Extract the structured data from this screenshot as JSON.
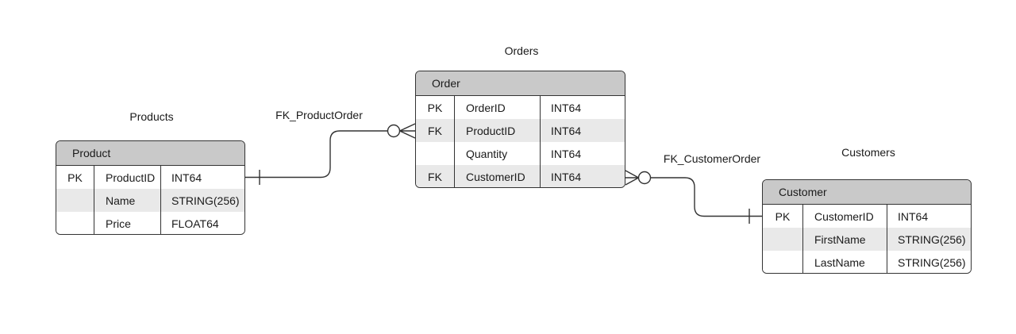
{
  "diagram": {
    "entities": [
      {
        "title": "Products",
        "header": "Product",
        "rows": [
          {
            "key": "PK",
            "name": "ProductID",
            "type": "INT64"
          },
          {
            "key": "",
            "name": "Name",
            "type": "STRING(256)"
          },
          {
            "key": "",
            "name": "Price",
            "type": "FLOAT64"
          }
        ]
      },
      {
        "title": "Orders",
        "header": "Order",
        "rows": [
          {
            "key": "PK",
            "name": "OrderID",
            "type": "INT64"
          },
          {
            "key": "FK",
            "name": "ProductID",
            "type": "INT64"
          },
          {
            "key": "",
            "name": "Quantity",
            "type": "INT64"
          },
          {
            "key": "FK",
            "name": "CustomerID",
            "type": "INT64"
          }
        ]
      },
      {
        "title": "Customers",
        "header": "Customer",
        "rows": [
          {
            "key": "PK",
            "name": "CustomerID",
            "type": "INT64"
          },
          {
            "key": "",
            "name": "FirstName",
            "type": "STRING(256)"
          },
          {
            "key": "",
            "name": "LastName",
            "type": "STRING(256)"
          }
        ]
      }
    ],
    "relationships": [
      {
        "label": "FK_ProductOrder",
        "from_entity": "Product",
        "from_field": "ProductID",
        "from_cardinality": "one",
        "to_entity": "Order",
        "to_field": "ProductID",
        "to_cardinality": "zero-or-many"
      },
      {
        "label": "FK_CustomerOrder",
        "from_entity": "Customer",
        "from_field": "CustomerID",
        "from_cardinality": "one",
        "to_entity": "Order",
        "to_field": "CustomerID",
        "to_cardinality": "zero-or-many"
      }
    ],
    "colors": {
      "header_fill": "#c9c9c9",
      "row_alt_fill": "#e9e9e9",
      "border": "#333333",
      "background": "#ffffff"
    }
  }
}
